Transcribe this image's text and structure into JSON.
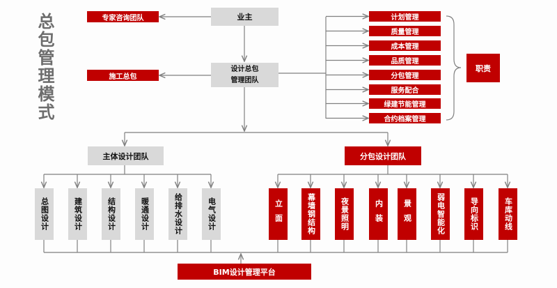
{
  "title": "总包管理模式",
  "owner": "业主",
  "expert_team": "专家咨询团队",
  "construction_gc": "施工总包",
  "design_gc": {
    "line1": "设计总包",
    "line2": "管理团队"
  },
  "duties": [
    "计划管理",
    "质量管理",
    "成本管理",
    "品质管理",
    "分包管理",
    "服务配合",
    "绿建节能管理",
    "合约档案管理"
  ],
  "duties_label": "职责",
  "main_design_team": "主体设计团队",
  "sub_design_team": "分包设计团队",
  "main_disciplines": [
    "总图设计",
    "建筑设计",
    "结构设计",
    "暖通设计",
    "给排水设计",
    "电气设计"
  ],
  "sub_disciplines": [
    "立面",
    "幕墙钢结构",
    "夜景照明",
    "内装",
    "景观",
    "弱电智能化",
    "导向标识",
    "车库动线"
  ],
  "bim_platform": "BIM设计管理平台",
  "colors": {
    "red": "#c00000",
    "gray": "#d9d9d9",
    "line": "#808080"
  }
}
